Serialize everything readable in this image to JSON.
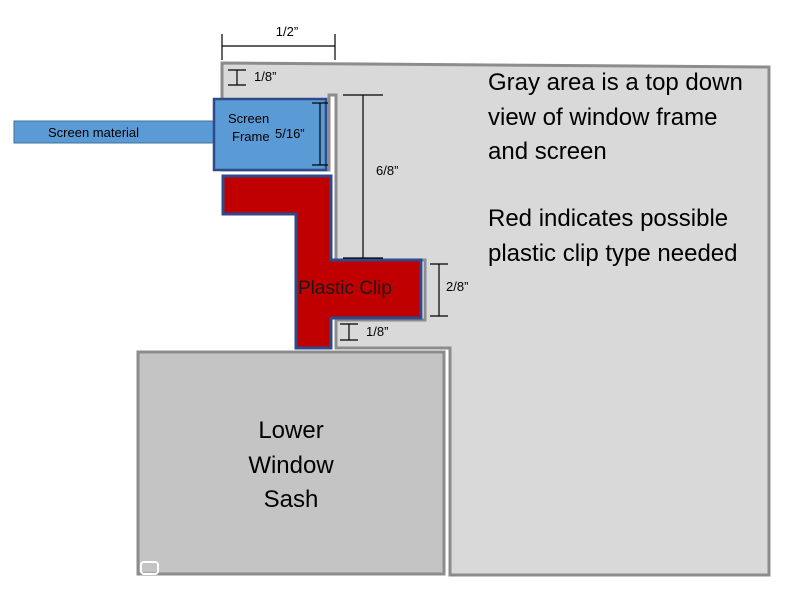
{
  "title_note": {
    "line1": "Gray area is a top down",
    "line2": "view of window frame",
    "line3": "and screen"
  },
  "red_note": {
    "line1": "Red indicates possible",
    "line2": "plastic clip type needed"
  },
  "labels": {
    "screen_material": "Screen material",
    "screen_frame_1": "Screen",
    "screen_frame_2": "Frame",
    "plastic_clip": "Plastic Clip",
    "sash_1": "Lower",
    "sash_2": "Window",
    "sash_3": "Sash"
  },
  "dimensions": {
    "top_width": "1/2”",
    "top_gap": "1/8”",
    "screen_frame": "5/16”",
    "clip_height": "6/8”",
    "clip_tab": "2/8”",
    "bottom_gap": "1/8”"
  },
  "colors": {
    "frame_gray": "#d9d9d9",
    "frame_border": "#8c8c8c",
    "sash_gray": "#c4c4c4",
    "screen_blue": "#5b9bd5",
    "screen_border": "#41719c",
    "clip_red": "#c00000",
    "clip_border": "#2e4a8c"
  }
}
